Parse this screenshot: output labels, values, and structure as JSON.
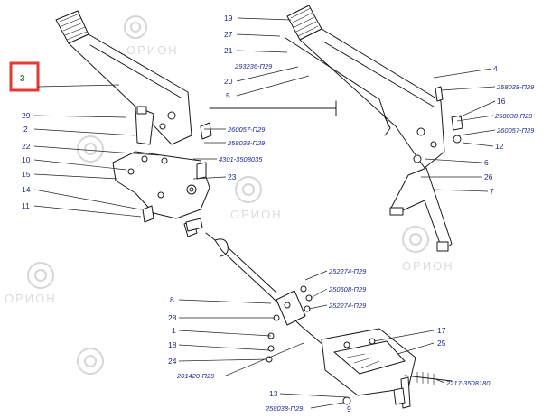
{
  "watermark": {
    "text": "ОРИОН"
  },
  "highlight": {
    "label": "3",
    "color": "#e53935",
    "fill": "#2e7d32"
  },
  "callouts": [
    {
      "id": "c29",
      "text": "29"
    },
    {
      "id": "c2",
      "text": "2"
    },
    {
      "id": "c22",
      "text": "22"
    },
    {
      "id": "c10",
      "text": "10"
    },
    {
      "id": "c15",
      "text": "15"
    },
    {
      "id": "c14",
      "text": "14"
    },
    {
      "id": "c11",
      "text": "11"
    },
    {
      "id": "c19",
      "text": "19"
    },
    {
      "id": "c27",
      "text": "27"
    },
    {
      "id": "c21",
      "text": "21"
    },
    {
      "id": "p293236",
      "text": "293236-П29"
    },
    {
      "id": "c20",
      "text": "20"
    },
    {
      "id": "c5",
      "text": "5"
    },
    {
      "id": "p260057a",
      "text": "260057-П29"
    },
    {
      "id": "p258038a",
      "text": "258038-П29"
    },
    {
      "id": "p4301",
      "text": "4301-3508035"
    },
    {
      "id": "c23",
      "text": "23"
    },
    {
      "id": "c4",
      "text": "4"
    },
    {
      "id": "p258038b",
      "text": "258038-П29"
    },
    {
      "id": "c16",
      "text": "16"
    },
    {
      "id": "p258038c",
      "text": "258038-П29"
    },
    {
      "id": "p260057b",
      "text": "260057-П29"
    },
    {
      "id": "c12",
      "text": "12"
    },
    {
      "id": "c6",
      "text": "6"
    },
    {
      "id": "c26",
      "text": "26"
    },
    {
      "id": "c7",
      "text": "7"
    },
    {
      "id": "p252274a",
      "text": "252274-П29"
    },
    {
      "id": "p250508",
      "text": "250508-П29"
    },
    {
      "id": "p252274b",
      "text": "252274-П29"
    },
    {
      "id": "c8",
      "text": "8"
    },
    {
      "id": "c28",
      "text": "28"
    },
    {
      "id": "c1",
      "text": "1"
    },
    {
      "id": "c18",
      "text": "18"
    },
    {
      "id": "c24",
      "text": "24"
    },
    {
      "id": "p201420",
      "text": "201420-П29"
    },
    {
      "id": "c17",
      "text": "17"
    },
    {
      "id": "c25",
      "text": "25"
    },
    {
      "id": "p2217",
      "text": "2217-3508180"
    },
    {
      "id": "c13",
      "text": "13"
    },
    {
      "id": "p258038d",
      "text": "258038-П29"
    },
    {
      "id": "c9",
      "text": "9"
    }
  ]
}
